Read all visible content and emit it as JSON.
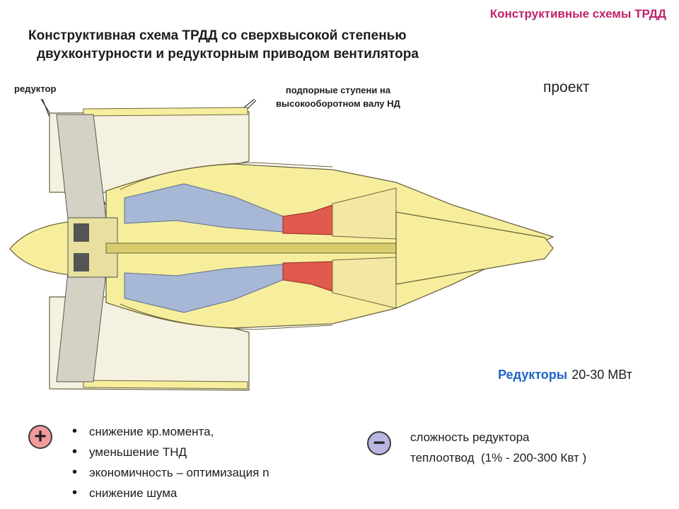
{
  "header": {
    "section_title": "Конструктивные схемы ТРДД",
    "title_line1": "Конструктивная схема ТРДД со сверхвысокой степенью",
    "title_line2": "двухконтурности и редукторным приводом вентилятора"
  },
  "diagram": {
    "label_reductor": "редуктор",
    "label_booster_line1": "подпорные ступени на",
    "label_booster_line2": "высокооборотном валу НД",
    "label_project": "проект",
    "colors": {
      "casing": "#f6ee9c",
      "outline": "#6d6440",
      "compressor": "#a7b8d6",
      "turbine": "#e05a4d",
      "shaft": "#d8cc6f"
    }
  },
  "gearbox_power": {
    "label": "Редукторы",
    "value": "20-30 МВт"
  },
  "advantages": {
    "icon": "plus-icon",
    "items": [
      "снижение кр.момента,",
      "уменьшение  ТНД",
      "экономичность – оптимизация n",
      "снижение шума"
    ]
  },
  "disadvantages": {
    "icon": "minus-icon",
    "items": [
      "сложность редуктора",
      "теплоотвод  (1% - 200-300 Квт )"
    ]
  }
}
